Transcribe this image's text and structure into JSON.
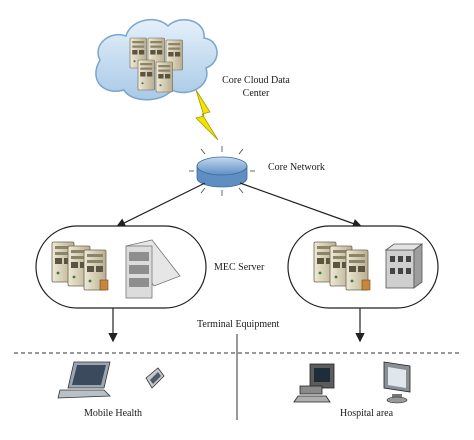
{
  "labels": {
    "core_cloud": "Core Cloud Data Center",
    "core_network": "Core Network",
    "mec_server": "MEC Server",
    "terminal_equipment": "Terminal Equipment",
    "mobile_health": "Mobile Health",
    "hospital_area": "Hospital area"
  },
  "colors": {
    "cloud_fill": "#c9dff1",
    "cloud_stroke": "#7aa6cc",
    "router_fill": "#8fb3d9",
    "lightning": "#f2e300",
    "server_body": "#d8d0b8",
    "line": "#222222"
  }
}
